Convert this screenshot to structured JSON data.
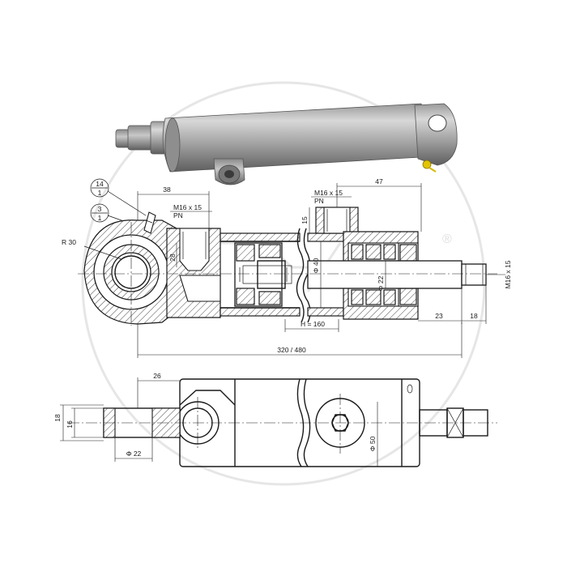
{
  "photo": {
    "subject": "hydraulic-cylinder"
  },
  "section_view": {
    "balloon_1": {
      "top": "14",
      "bottom": "1"
    },
    "balloon_2": {
      "top": "3",
      "bottom": "1"
    },
    "dim_38": "38",
    "port_left": {
      "thread": "M16 x 15",
      "type": "PN"
    },
    "port_right": {
      "thread": "M16 x 15",
      "type": "PN"
    },
    "dim_47": "47",
    "dim_15": "15",
    "dim_28": "28",
    "radius": "R 30",
    "bore": "Φ 40",
    "rod": "Φ 22",
    "rod_thread": "M16 x 15",
    "stroke": "H = 160",
    "dim_23": "23",
    "dim_18": "18",
    "overall_length": "320 / 480"
  },
  "bottom_view": {
    "dim_26": "26",
    "dim_18": "18",
    "dim_16": "16",
    "rod_diameter": "Φ 22",
    "body_diameter": "Φ 50"
  },
  "watermark": {
    "registered_mark": "®"
  }
}
